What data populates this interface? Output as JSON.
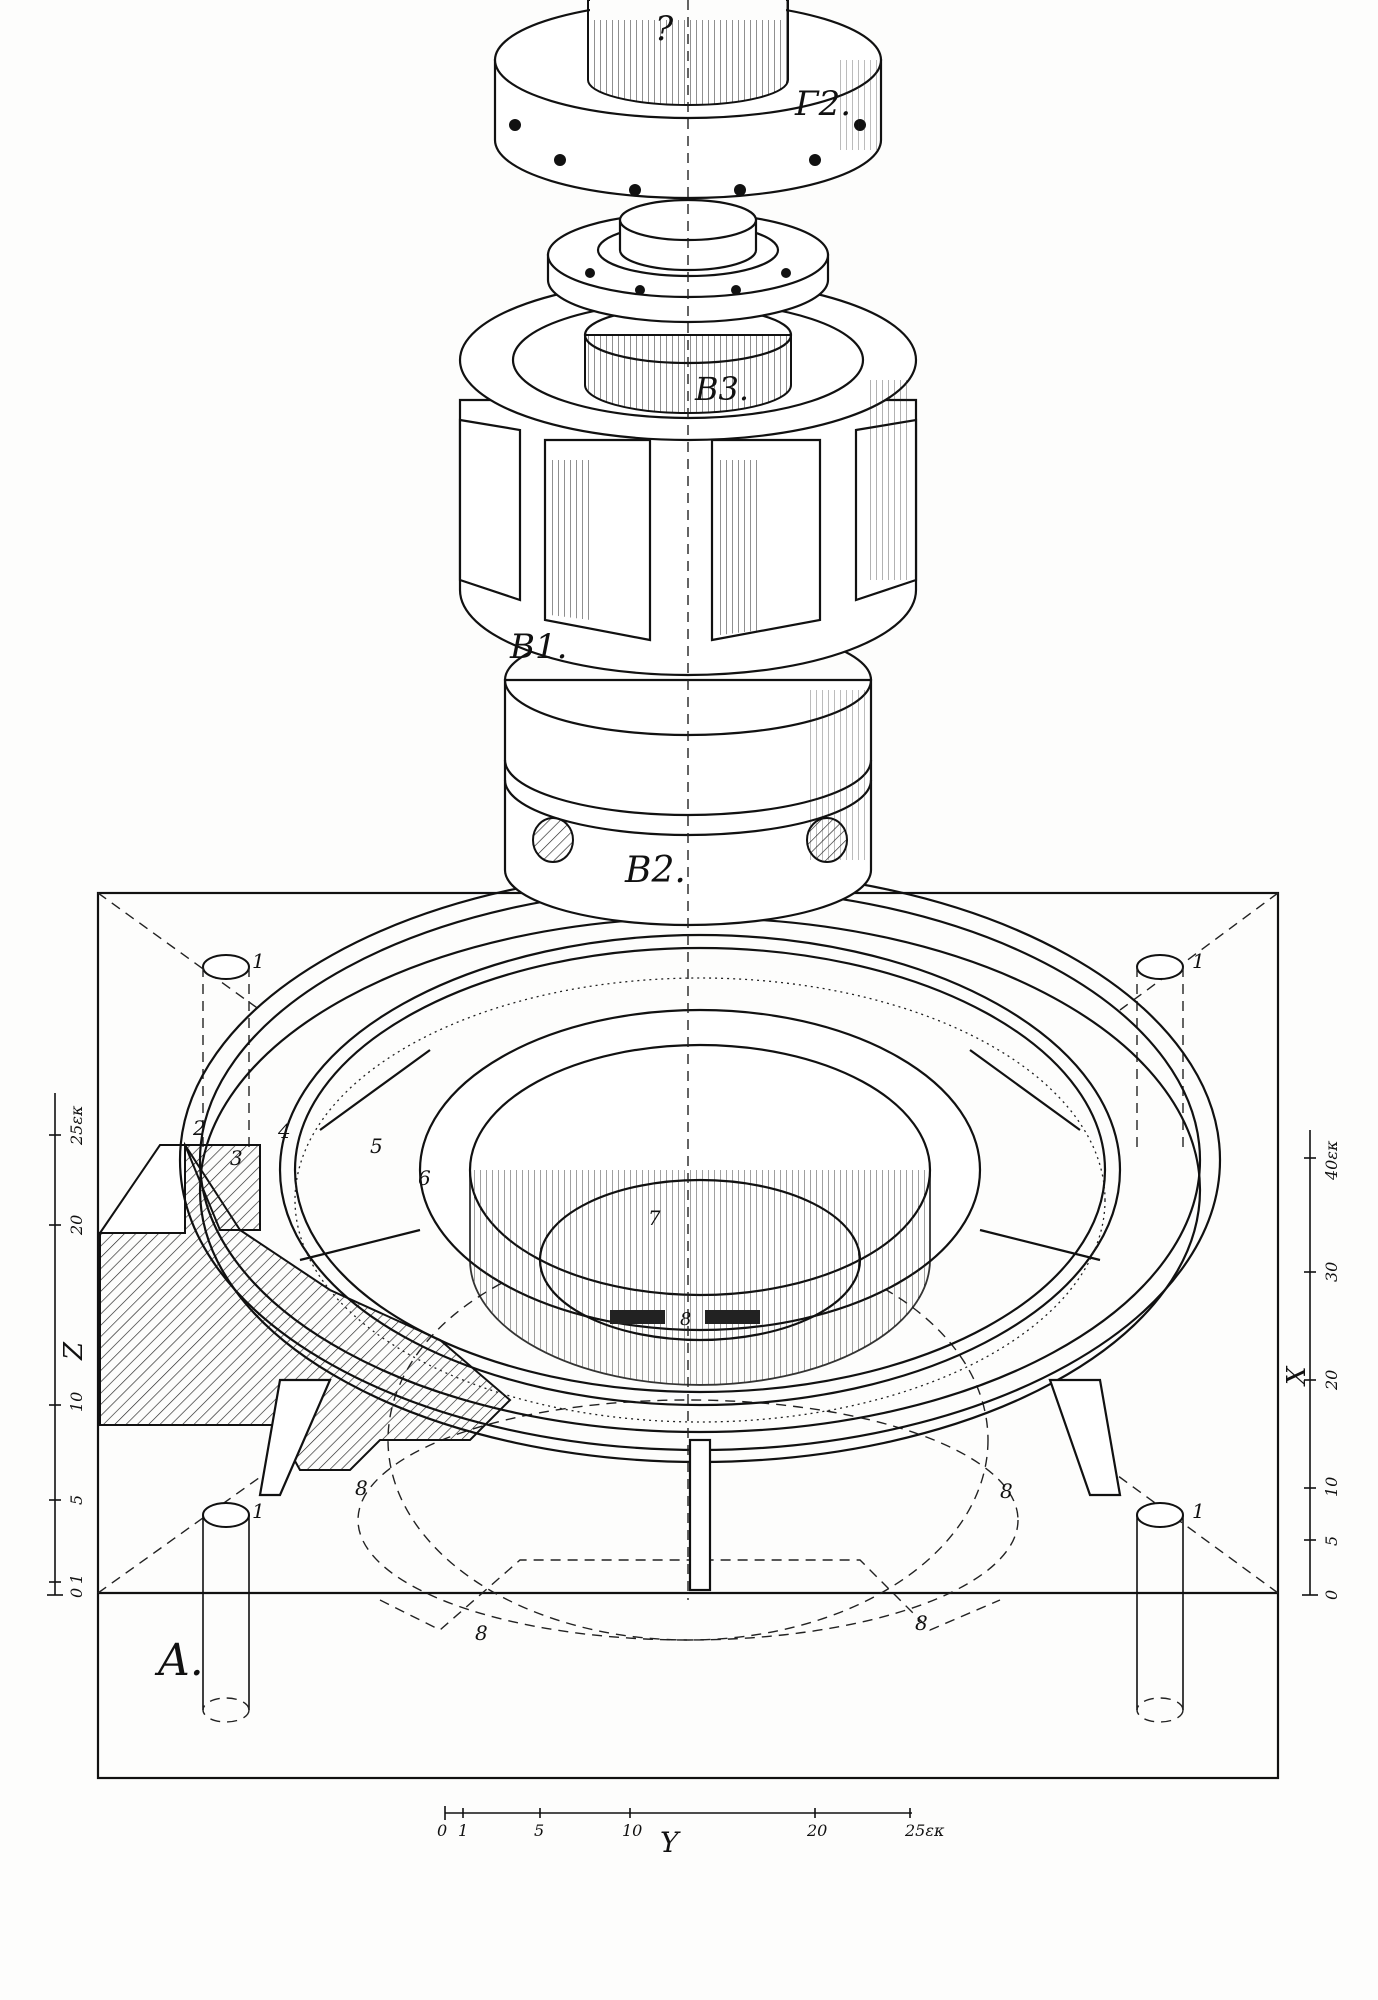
{
  "labels": {
    "part_question": "?",
    "part_G2": "Γ2.",
    "part_B3": "B3.",
    "part_B1": "B1.",
    "part_B2": "B2.",
    "part_A": "A.",
    "n1": "1",
    "n2": "2",
    "n3": "3",
    "n4": "4",
    "n5": "5",
    "n6": "6",
    "n7": "7",
    "n8": "8"
  },
  "scale_z": {
    "axis": "Z",
    "ticks": [
      "0",
      "1",
      "5",
      "10",
      "20",
      "25εκ"
    ]
  },
  "scale_x": {
    "axis": "X",
    "ticks": [
      "0",
      "5",
      "10",
      "20",
      "30",
      "40εκ"
    ]
  },
  "scale_y": {
    "axis": "Y",
    "ticks": [
      "0",
      "1",
      "5",
      "10",
      "20",
      "25εκ"
    ]
  }
}
